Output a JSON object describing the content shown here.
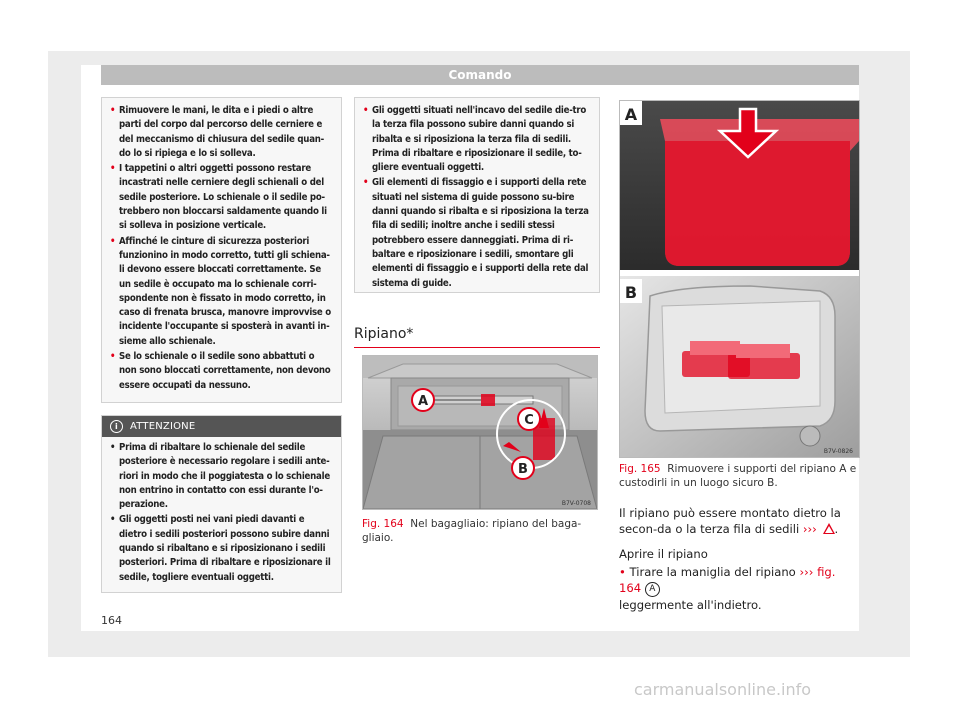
{
  "header": {
    "title": "Comando"
  },
  "page_number": "164",
  "warning_left": {
    "items": [
      "Rimuovere le mani, le dita e i piedi o altre parti del corpo dal percorso delle cerniere e del meccanismo di chiusura del sedile quan-do lo si ripiega e lo si solleva.",
      "I tappetini o altri oggetti possono restare incastrati nelle cerniere degli schienali o del sedile posteriore. Lo schienale o il sedile po-trebbero non bloccarsi saldamente quando li si solleva in posizione verticale.",
      "Affinché le cinture di sicurezza posteriori funzionino in modo corretto, tutti gli schiena-li devono essere bloccati correttamente. Se un sedile è occupato ma lo schienale corri-spondente non è fissato in modo corretto, in caso di frenata brusca, manovre improvvise o incidente l'occupante si sposterà in avanti in-sieme allo schienale.",
      "Se lo schienale o il sedile sono abbattuti o non sono bloccati correttamente, non devono essere occupati da nessuno."
    ]
  },
  "attention": {
    "title": "ATTENZIONE",
    "icon": "info-icon",
    "items": [
      "Prima di ribaltare lo schienale del sedile posteriore è necessario regolare i sedili ante-riori in modo che il poggiatesta o lo schienale non entrino in contatto con essi durante l'o-perazione.",
      "Gli oggetti posti nei vani piedi davanti e dietro i sedili posteriori possono subire danni quando si ribaltano e si riposizionano i sedili posteriori. Prima di ribaltare e riposizionare il sedile, togliere eventuali oggetti."
    ]
  },
  "warning_middle": {
    "items": [
      "Gli oggetti situati nell'incavo del sedile die-tro la terza fila possono subire danni quando si ribalta e si riposiziona la terza fila di sedili. Prima di ribaltare e riposizionare il sedile, to-gliere eventuali oggetti.",
      "Gli elementi di fissaggio e i supporti della rete situati nel sistema di guide possono su-bire danni quando si ribalta e si riposiziona la terza fila di sedili; inoltre anche i sedili stessi potrebbero essere danneggiati. Prima di ri-baltare e riposizionare i sedili, smontare gli elementi di fissaggio e i supporti della rete dal sistema di guide."
    ]
  },
  "section": {
    "heading": "Ripiano*"
  },
  "figure164": {
    "labels": [
      "A",
      "C",
      "B"
    ],
    "code": "B7V-0708",
    "caption_ref": "Fig. 164",
    "caption_text": "Nel bagagliaio: ripiano del baga-gliaio."
  },
  "figure165": {
    "panel_a": "A",
    "panel_b": "B",
    "code": "B7V-0826",
    "caption_ref": "Fig. 165",
    "caption_text": "Rimuovere i supporti del ripiano A e custodirli in un luogo sicuro B."
  },
  "body": {
    "p1_text": "Il ripiano può essere montato dietro la secon-da o la terza fila di sedili",
    "p1_arrow": "›››",
    "open_heading": "Aprire il ripiano",
    "p2_bullet": "•",
    "p2_before": "Tirare la maniglia del ripiano",
    "p2_arrow": "›››",
    "p2_fig": "fig. 164",
    "p2_badge": "A",
    "p2_after": "leggermente all'indietro."
  },
  "watermark": "carmanualsonline.info",
  "colors": {
    "accent": "#e2001a",
    "header": "#bcbcbc",
    "attention_head": "#555555"
  }
}
